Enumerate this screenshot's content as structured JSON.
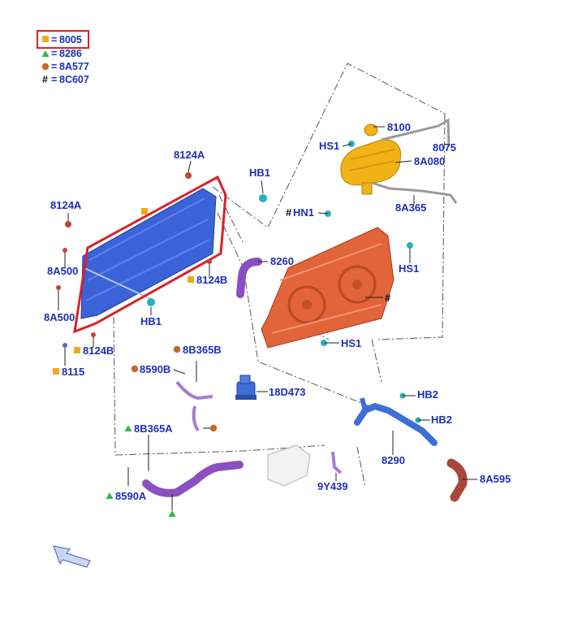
{
  "legend": {
    "square_code": "8005",
    "triangle_code": "8286",
    "circle_code": "8A577",
    "hash_code": "8C607",
    "symbol_sep": "=",
    "hash_symbol": "#"
  },
  "labels": {
    "l_8100": "8100",
    "l_hs1_top": "HS1",
    "l_8075": "8075",
    "l_8a080": "8A080",
    "l_8124a_top": "8124A",
    "l_hb1_top": "HB1",
    "l_hn1": "HN1",
    "l_8a365": "8A365",
    "l_8124a_left": "8124A",
    "l_hs1_right": "HS1",
    "l_8260": "8260",
    "l_8a500_a": "8A500",
    "l_8124b_mid": "8124B",
    "l_8a500_b": "8A500",
    "l_hb1_mid": "HB1",
    "l_hs1_low": "HS1",
    "l_8124b_low": "8124B",
    "l_8b365b": "8B365B",
    "l_8115": "8115",
    "l_8590b": "8590B",
    "l_18d473": "18D473",
    "l_hb2_a": "HB2",
    "l_hb2_b": "HB2",
    "l_8b365a": "8B365A",
    "l_8290": "8290",
    "l_8a595": "8A595",
    "l_9y439": "9Y439",
    "l_8590a": "8590A",
    "hash_mark": "#"
  },
  "colors": {
    "label_blue": "#1d2fb8",
    "highlight_red": "#d8222a",
    "radiator_blue": "#3a63d8",
    "reservoir_yellow": "#f0b316",
    "fan_orange": "#e2643a",
    "hose_purple": "#8a4fc0",
    "pipe_blue": "#3d6fd6",
    "hose_brown": "#a8473a",
    "clip_teal": "#27b3b8",
    "square_symbol": "#f2a81e",
    "triangle_symbol": "#2fb94a",
    "circle_symbol": "#c0692b"
  }
}
